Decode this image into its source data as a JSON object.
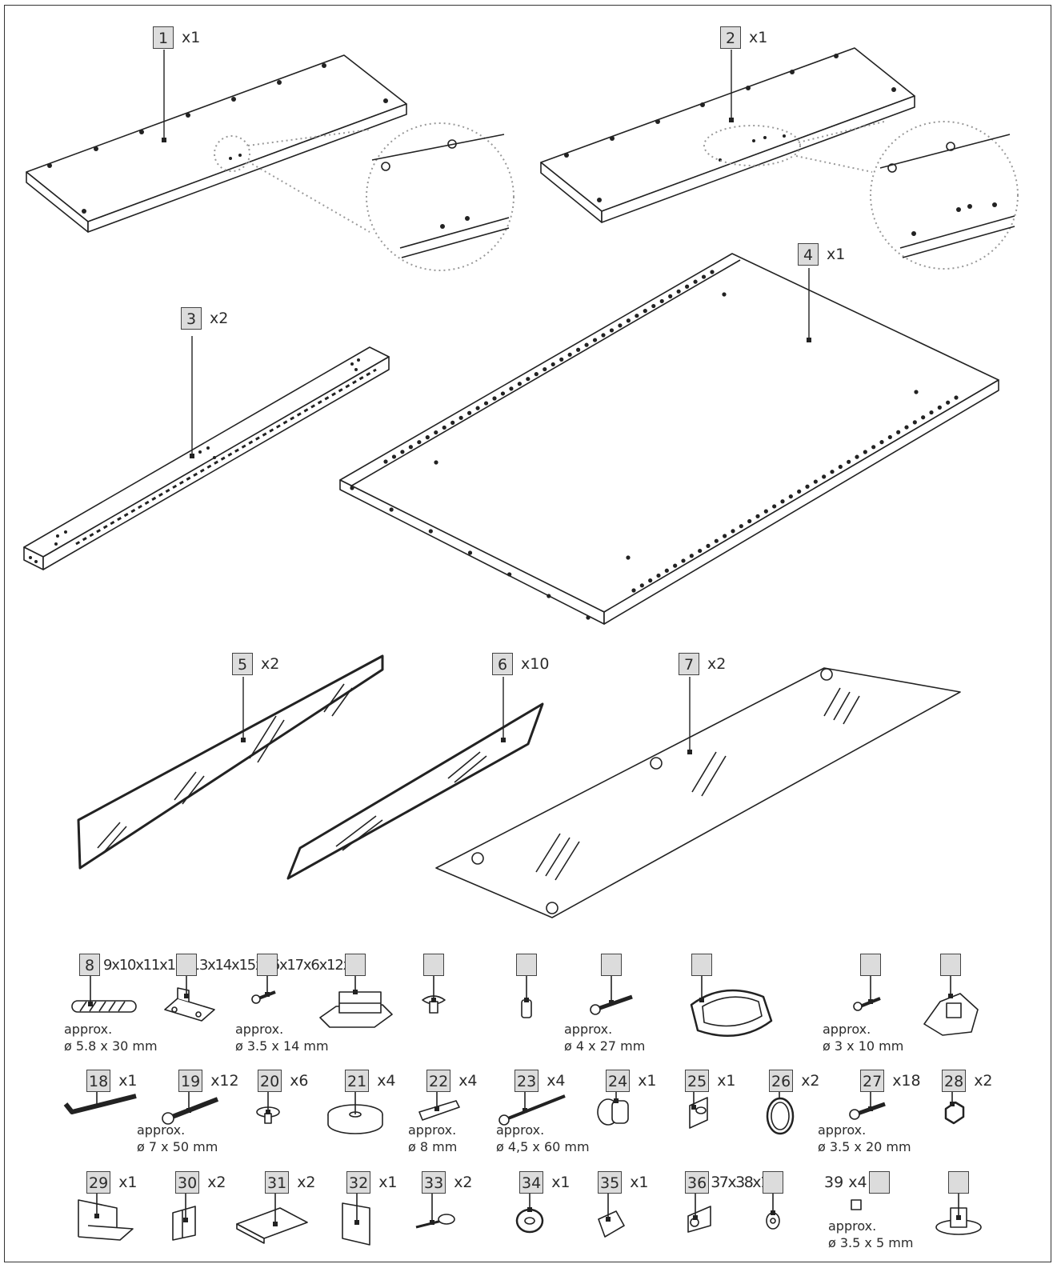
{
  "parts": [
    {
      "num": "1",
      "qty": "x1"
    },
    {
      "num": "2",
      "qty": "x1"
    },
    {
      "num": "3",
      "qty": "x2"
    },
    {
      "num": "4",
      "qty": "x1"
    },
    {
      "num": "5",
      "qty": "x2"
    },
    {
      "num": "6",
      "qty": "x10"
    },
    {
      "num": "7",
      "qty": "x2"
    },
    {
      "num": "8",
      "qty": "9x10x11x12x13x14x15x16x17x6x12x6"
    },
    {
      "num": "",
      "qty": ""
    },
    {
      "num": "",
      "qty": ""
    },
    {
      "num": "",
      "qty": ""
    },
    {
      "num": "",
      "qty": ""
    },
    {
      "num": "",
      "qty": ""
    },
    {
      "num": "",
      "qty": ""
    },
    {
      "num": "",
      "qty": ""
    },
    {
      "num": "",
      "qty": ""
    },
    {
      "num": "",
      "qty": ""
    },
    {
      "num": "18",
      "qty": "x1"
    },
    {
      "num": "19",
      "qty": "x12"
    },
    {
      "num": "20",
      "qty": "x6"
    },
    {
      "num": "21",
      "qty": "x4"
    },
    {
      "num": "22",
      "qty": "x4"
    },
    {
      "num": "23",
      "qty": "x4"
    },
    {
      "num": "24",
      "qty": "x1"
    },
    {
      "num": "25",
      "qty": "x1"
    },
    {
      "num": "26",
      "qty": "x2"
    },
    {
      "num": "27",
      "qty": "x18"
    },
    {
      "num": "28",
      "qty": "x2"
    },
    {
      "num": "29",
      "qty": "x1"
    },
    {
      "num": "30",
      "qty": "x2"
    },
    {
      "num": "31",
      "qty": "x2"
    },
    {
      "num": "32",
      "qty": "x1"
    },
    {
      "num": "33",
      "qty": "x2"
    },
    {
      "num": "34",
      "qty": "x1"
    },
    {
      "num": "35",
      "qty": "x1"
    },
    {
      "num": "36",
      "qty": "37x38x1"
    },
    {
      "num": "",
      "qty": ""
    },
    {
      "num": "",
      "qty": "39 x4"
    },
    {
      "num": "",
      "qty": ""
    }
  ],
  "notes": [
    {
      "line1": "approx.",
      "line2": "ø 5.8 x 30 mm"
    },
    {
      "line1": "approx.",
      "line2": "ø 3.5 x 14 mm"
    },
    {
      "line1": "approx.",
      "line2": "ø 4 x 27 mm"
    },
    {
      "line1": "approx.",
      "line2": "ø 3 x 10 mm"
    },
    {
      "line1": "approx.",
      "line2": "ø 7 x 50 mm"
    },
    {
      "line1": "approx.",
      "line2": "ø 8 mm"
    },
    {
      "line1": "approx.",
      "line2": "ø 4,5 x 60 mm"
    },
    {
      "line1": "approx.",
      "line2": "ø 3.5 x 20 mm"
    },
    {
      "line1": "approx.",
      "line2": "ø 3.5 x 5 mm"
    }
  ]
}
